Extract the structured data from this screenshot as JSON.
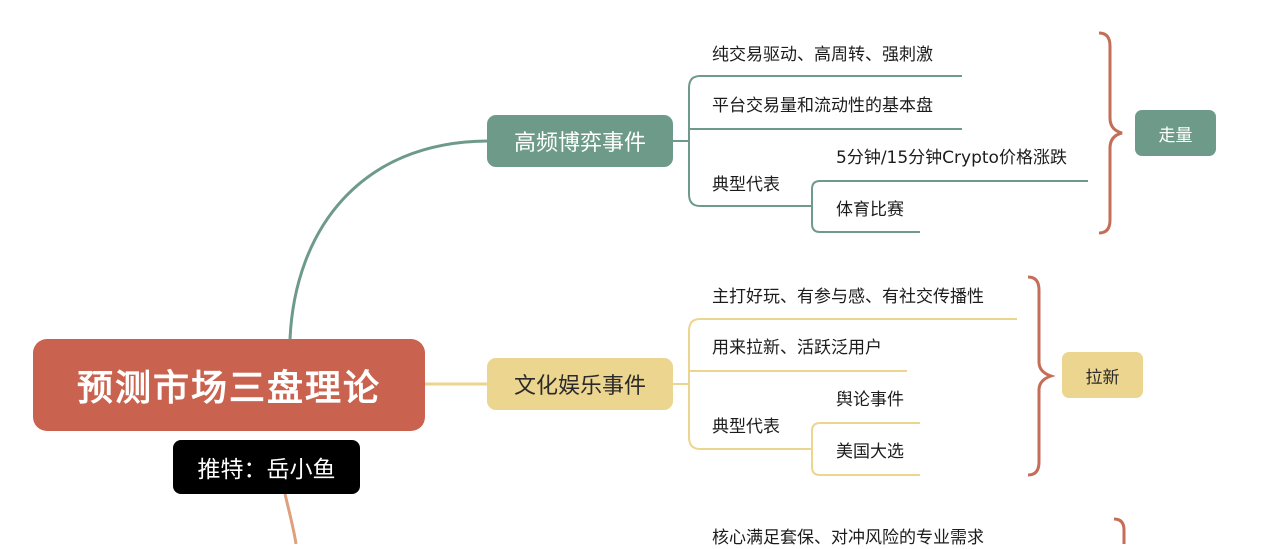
{
  "root": {
    "title": "预测市场三盘理论",
    "author": "推特：岳小鱼"
  },
  "branches": [
    {
      "label": "高频博弈事件",
      "color": "#6e9b89",
      "points": [
        "纯交易驱动、高周转、强刺激",
        "平台交易量和流动性的基本盘"
      ],
      "examples_label": "典型代表",
      "examples": [
        "5分钟/15分钟Crypto价格涨跌",
        "体育比赛"
      ],
      "tag": "走量"
    },
    {
      "label": "文化娱乐事件",
      "color": "#ecd58e",
      "points": [
        "主打好玩、有参与感、有社交传播性",
        "用来拉新、活跃泛用户"
      ],
      "examples_label": "典型代表",
      "examples": [
        "舆论事件",
        "美国大选"
      ],
      "tag": "拉新"
    },
    {
      "label": "",
      "color": "#e0a07c",
      "points": [
        "核心满足套保、对冲风险的专业需求"
      ]
    }
  ],
  "colors": {
    "root": "#c9624e",
    "brace": "#c46e58",
    "author_bg": "#000000"
  }
}
